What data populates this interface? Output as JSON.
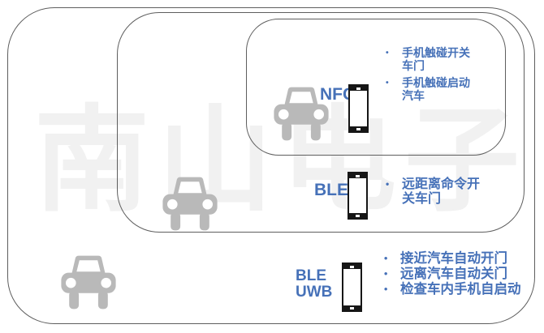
{
  "watermark": "南山电子",
  "colors": {
    "accent_blue": "#4671b8",
    "car_gray": "#b9b9b9",
    "phone_black": "#161616",
    "box_border_gray": "#5e5e5e",
    "watermark_gray": "#f1f1f1"
  },
  "icons": {
    "car": "car-icon",
    "phone": "smartphone-icon"
  },
  "zones": {
    "nfc": {
      "label": "NFC",
      "features": [
        "手机触碰开关\n车门",
        "手机触碰启动\n汽车"
      ]
    },
    "ble": {
      "label": "BLE",
      "features": [
        "远距离命令开\n关车门"
      ]
    },
    "ble_uwb": {
      "label": "BLE\nUWB",
      "features": [
        "接近汽车自动开门",
        "远离汽车自动关门",
        "检查车内手机自启动"
      ]
    }
  }
}
